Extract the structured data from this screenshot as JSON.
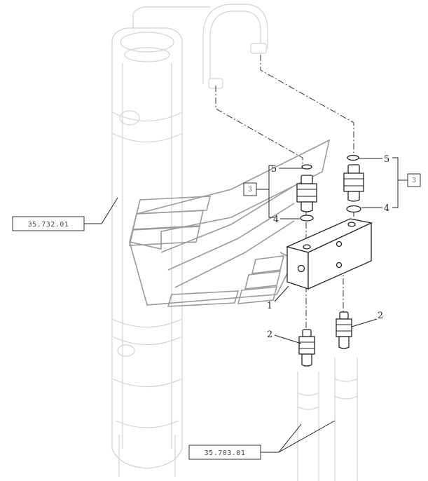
{
  "references": {
    "left": "35.732.01",
    "bottom": "35.703.01"
  },
  "callouts": {
    "block": "1",
    "sensor_bottom_left": "2",
    "sensor_bottom_right": "2",
    "seal_left_top": "5",
    "seal_left_bottom": "4",
    "seal_right_top": "5",
    "seal_right_bottom": "4",
    "kit_left": "3",
    "kit_right": "3"
  }
}
